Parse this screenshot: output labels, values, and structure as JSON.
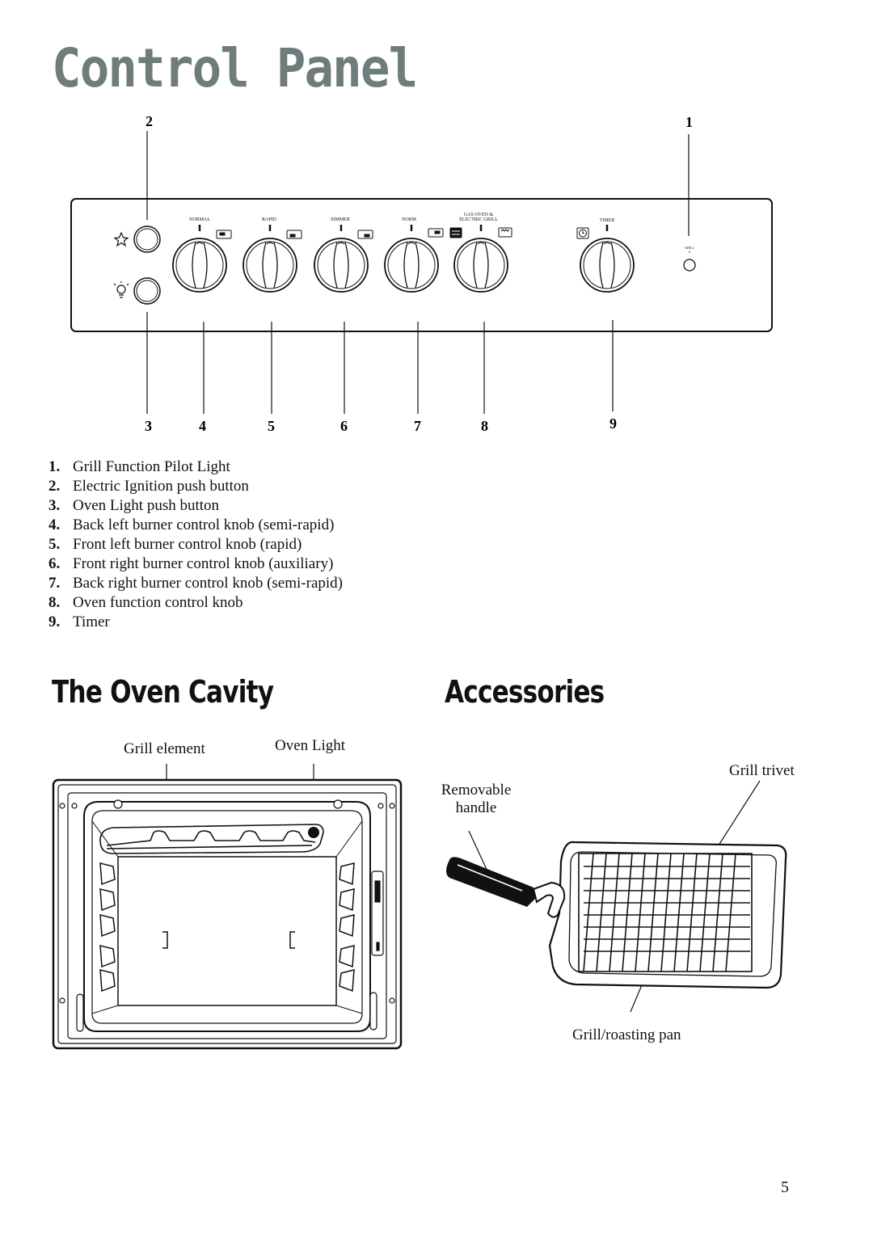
{
  "page": {
    "title": "Control Panel",
    "page_number": "5"
  },
  "panel": {
    "callouts": [
      "1",
      "2",
      "3",
      "4",
      "5",
      "6",
      "7",
      "8",
      "9"
    ],
    "knob_labels": {
      "normal": "NORMAL",
      "rapid": "RAPID",
      "simmer": "SIMMER",
      "norm": "NORM",
      "gas_oven_line1": "GAS OVEN &",
      "gas_oven_line2": "ELECTRIC GRILL",
      "timer": "TIMER",
      "grill_pilot_line1": "GRILL",
      "grill_pilot_line2": "0"
    }
  },
  "legend": [
    {
      "num": "1.",
      "text": "Grill Function Pilot Light"
    },
    {
      "num": "2.",
      "text": "Electric Ignition push button"
    },
    {
      "num": "3.",
      "text": "Oven Light push button"
    },
    {
      "num": "4.",
      "text": "Back left burner control knob (semi-rapid)"
    },
    {
      "num": "5.",
      "text": "Front left burner control knob (rapid)"
    },
    {
      "num": "6.",
      "text": "Front right burner control knob (auxiliary)"
    },
    {
      "num": "7.",
      "text": "Back right burner control knob (semi-rapid)"
    },
    {
      "num": "8.",
      "text": "Oven function control knob"
    },
    {
      "num": "9.",
      "text": "Timer"
    }
  ],
  "oven_cavity": {
    "title": "The Oven Cavity",
    "grill_element": "Grill element",
    "oven_light": "Oven Light"
  },
  "accessories": {
    "title": "Accessories",
    "removable_handle_line1": "Removable",
    "removable_handle_line2": "handle",
    "grill_trivet": "Grill trivet",
    "grill_pan": "Grill/roasting pan"
  }
}
